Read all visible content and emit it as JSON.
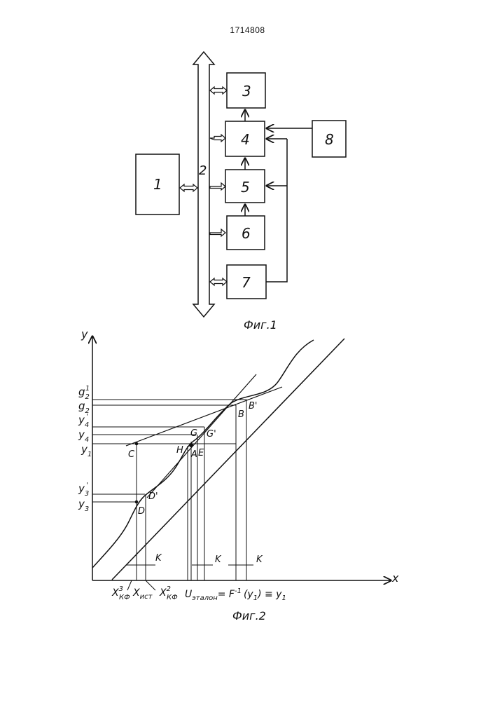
{
  "page_number": "1714808",
  "fig1": {
    "caption": "Фиг.1",
    "bus_label": "2",
    "blocks": [
      {
        "id": "b1",
        "label": "1"
      },
      {
        "id": "b3",
        "label": "3"
      },
      {
        "id": "b4",
        "label": "4"
      },
      {
        "id": "b5",
        "label": "5"
      },
      {
        "id": "b6",
        "label": "6"
      },
      {
        "id": "b7",
        "label": "7"
      },
      {
        "id": "b8",
        "label": "8"
      }
    ]
  },
  "fig2": {
    "caption": "Фиг.2",
    "axis_y": "y",
    "axis_x": "x",
    "y_ticks": [
      "g",
      "g",
      "y",
      "y",
      "y",
      "y",
      "y"
    ],
    "y_tick_sub": [
      "2",
      "2",
      "4",
      "4",
      "1",
      "3",
      "3"
    ],
    "y_tick_sup": [
      "1",
      "",
      "'",
      "",
      "",
      "'",
      ""
    ],
    "points": {
      "B": "B",
      "B_prime": "B'",
      "G": "G",
      "G_prime": "G'",
      "H": "H",
      "A": "A",
      "E": "E",
      "C": "C",
      "D": "D",
      "D_prime": "D'"
    },
    "k_labels": [
      "K",
      "K",
      "K"
    ],
    "x_labels": {
      "xkf3_main": "X",
      "xkf3_sup": "3",
      "xkf3_sub": "КФ",
      "xist_main": "X",
      "xist_sub": "ист",
      "xkf2_main": "X",
      "xkf2_sup": "2",
      "xkf2_sub": "КФ",
      "formula": "U",
      "formula_sub": "эталон",
      "formula_rest": "= F",
      "formula_sup": "-1",
      "formula_tail": "(y",
      "formula_tail_sub": "1",
      "formula_tail2": ") ≡ y",
      "formula_tail2_sub": "1"
    }
  }
}
